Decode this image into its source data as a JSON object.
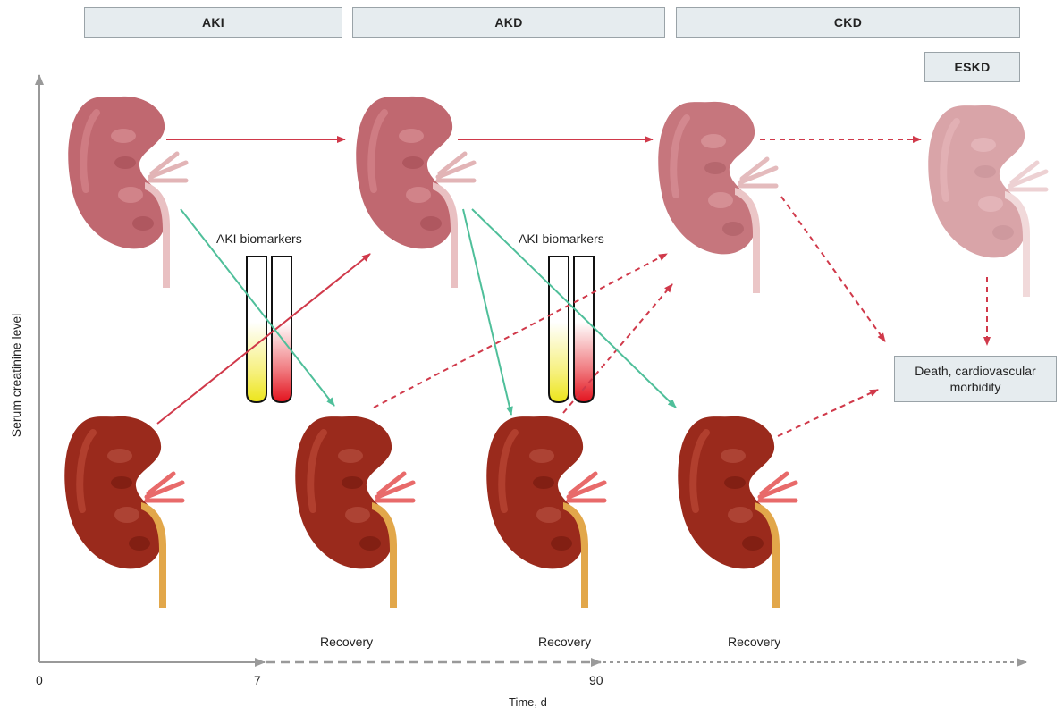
{
  "stages": {
    "aki": "AKI",
    "akd": "AKD",
    "ckd": "CKD",
    "eskd": "ESKD"
  },
  "biomarkers": {
    "label_1": "AKI biomarkers",
    "label_2": "AKI biomarkers"
  },
  "outcome": {
    "text": "Death, cardiovascular morbidity"
  },
  "recovery": {
    "label_1": "Recovery",
    "label_2": "Recovery",
    "label_3": "Recovery"
  },
  "axes": {
    "y_label": "Serum creatinine level",
    "x_label": "Time, d",
    "x_ticks": [
      "0",
      "7",
      "90"
    ]
  },
  "colors": {
    "injury_arrow": "#d0394a",
    "recovery_arrow": "#4fbf9a",
    "axis": "#999999",
    "healthy_kidney": "#9a2a1c",
    "injured_kidney": "#c06870",
    "stage_box_fill": "#e6ecef"
  }
}
